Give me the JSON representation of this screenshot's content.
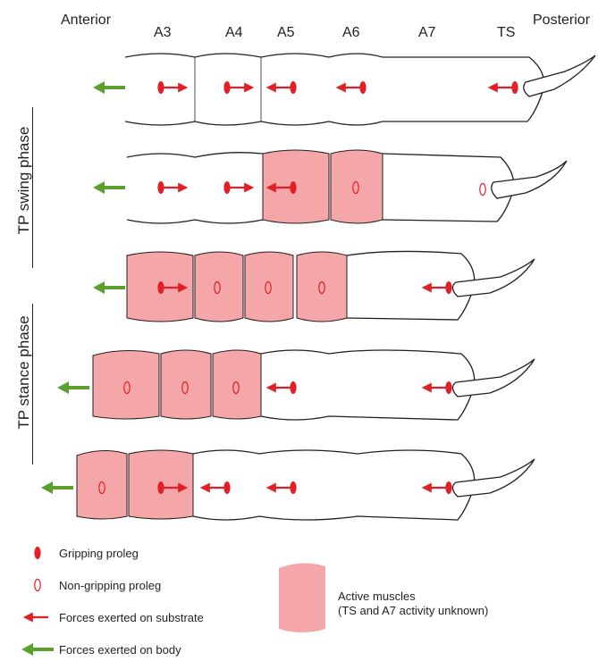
{
  "header": {
    "anterior": "Anterior",
    "posterior": "Posterior",
    "segments": [
      "A3",
      "A4",
      "A5",
      "A6",
      "A7",
      "TS"
    ]
  },
  "phases": {
    "swing": "TP swing phase",
    "stance": "TP stance phase"
  },
  "legend": {
    "gripping": "Gripping proleg",
    "non_gripping": "Non-gripping proleg",
    "forces_substrate": "Forces exerted on substrate",
    "forces_body": "Forces exerted on body",
    "active_muscles_line1": "Active muscles",
    "active_muscles_line2": "(TS and A7 activity unknown)"
  },
  "colors": {
    "muscle_fill": "#f4a6a8",
    "proleg_red": "#e31e24",
    "body_arrow_green": "#5aa02c",
    "outline": "#231f20"
  }
}
